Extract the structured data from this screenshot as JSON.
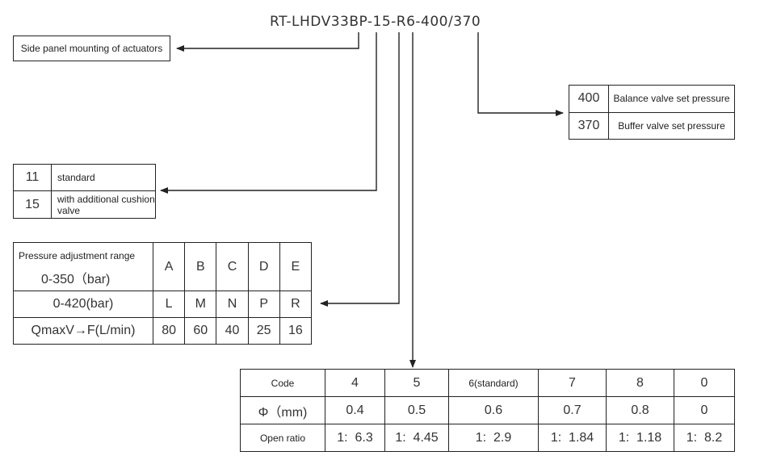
{
  "model_code": "RT-LHDV33BP-15-R6-400/370",
  "mounting": {
    "label": "Side panel mounting of actuators"
  },
  "pressure_set": {
    "rows": [
      {
        "code": "400",
        "desc": "Balance valve set pressure"
      },
      {
        "code": "370",
        "desc": "Buffer valve set pressure"
      }
    ]
  },
  "cushion": {
    "rows": [
      {
        "code": "11",
        "desc": "standard"
      },
      {
        "code": "15",
        "desc": "with additional cushion valve"
      }
    ]
  },
  "pressure_range": {
    "header_title": "Pressure adjustment range",
    "row1_label": "0-350（bar)",
    "row2_label": "0-420(bar)",
    "row3_label": "QmaxV→F(L/min)",
    "letters_row1": [
      "A",
      "B",
      "C",
      "D",
      "E"
    ],
    "letters_row2": [
      "L",
      "M",
      "N",
      "P",
      "R"
    ],
    "flows": [
      "80",
      "60",
      "40",
      "25",
      "16"
    ]
  },
  "orifice": {
    "row_labels": [
      "Code",
      "Φ（mm)",
      "Open ratio"
    ],
    "codes": [
      "4",
      "5",
      "6(standard)",
      "7",
      "8",
      "0"
    ],
    "diameters": [
      "0.4",
      "0.5",
      "0.6",
      "0.7",
      "0.8",
      "0"
    ],
    "ratios": [
      "1:  6.3",
      "1:  4.45",
      "1:  2.9",
      "1:  1.84",
      "1:  1.18",
      "1:  8.2"
    ]
  }
}
